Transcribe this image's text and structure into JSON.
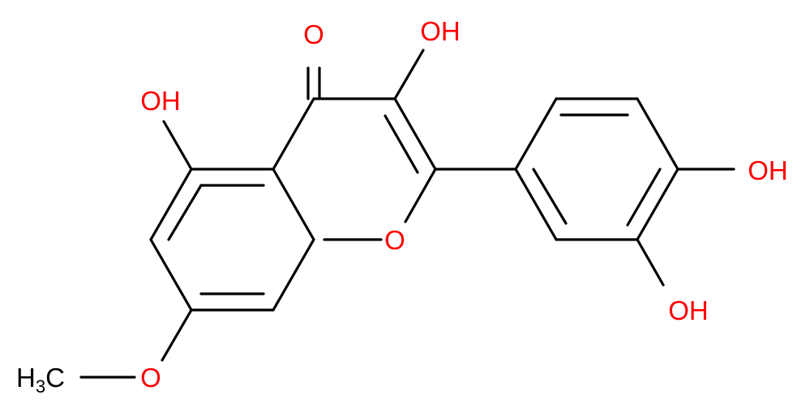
{
  "molecule": {
    "atoms": [
      {
        "id": "o_keto",
        "label": "O",
        "color": "#ff0000"
      },
      {
        "id": "oh_3",
        "label": "OH",
        "color": "#ff0000"
      },
      {
        "id": "oh_5",
        "label": "OH",
        "color": "#ff0000"
      },
      {
        "id": "o_ring",
        "label": "O",
        "color": "#ff0000"
      },
      {
        "id": "oh_4p",
        "label": "OH",
        "color": "#ff0000"
      },
      {
        "id": "oh_3p",
        "label": "OH",
        "color": "#ff0000"
      },
      {
        "id": "o_methoxy",
        "label": "O",
        "color": "#ff0000"
      }
    ],
    "methyl": {
      "main": "H",
      "subscript": "3",
      "tail": "C",
      "color": "#000000"
    }
  }
}
